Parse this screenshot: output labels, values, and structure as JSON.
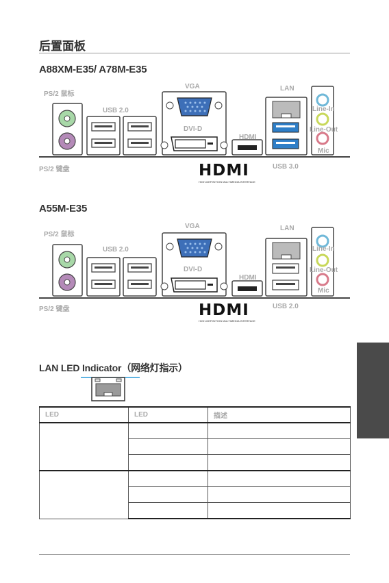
{
  "page_title": "后置面板",
  "panel1": {
    "title": "A88XM-E35/ A78M-E35",
    "labels": {
      "ps2_mouse": "PS/2 鼠标",
      "usb_upper": "USB 2.0",
      "vga": "VGA",
      "dvi": "DVI-D",
      "hdmi": "HDMI",
      "lan": "LAN",
      "line_in": "Line-In",
      "line_out": "Line-Out",
      "mic": "Mic",
      "ps2_keyboard": "PS/2 键盘",
      "usb_lower": "USB 3.0"
    },
    "hdmi_logo": "HDMI",
    "hdmi_tagline": "HIGH-DEFINITION MULTIMEDIA INTERFACE"
  },
  "panel2": {
    "title": "A55M-E35",
    "labels": {
      "ps2_mouse": "PS/2 鼠标",
      "usb_upper": "USB 2.0",
      "vga": "VGA",
      "dvi": "DVI-D",
      "hdmi": "HDMI",
      "lan": "LAN",
      "line_in": "Line-In",
      "line_out": "Line-Out",
      "mic": "Mic",
      "ps2_keyboard": "PS/2 键盘",
      "usb_lower": "USB 2.0"
    },
    "hdmi_logo": "HDMI",
    "hdmi_tagline": "HIGH-DEFINITION MULTIMEDIA INTERFACE"
  },
  "lan_section": {
    "title": "LAN LED Indicator（网络灯指示）"
  },
  "led_table": {
    "headers": [
      "LED",
      "LED",
      "描述"
    ]
  },
  "colors": {
    "ps2_mouse_green": "#a8d8a8",
    "ps2_keyboard_purple": "#b48ab8",
    "vga_blue": "#3d6fb8",
    "usb3_blue": "#2f7fc8",
    "line_in_blue": "#6fb8d8",
    "line_out_lime": "#c8d85a",
    "mic_pink": "#d87a8a",
    "side_tab": "#4a4a4a"
  }
}
